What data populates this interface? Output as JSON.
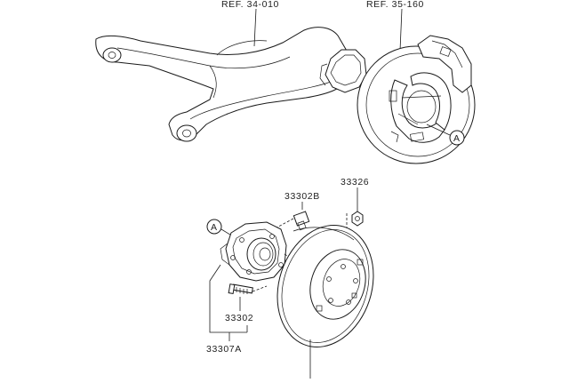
{
  "labels": {
    "ref_arm": "REF. 34-010",
    "ref_brake": "REF. 35-160",
    "part_bolt": "33302B",
    "part_nut": "33326",
    "part_stud": "33302",
    "part_hub_set": "33307A",
    "callout_top": "A",
    "callout_left": "A"
  }
}
